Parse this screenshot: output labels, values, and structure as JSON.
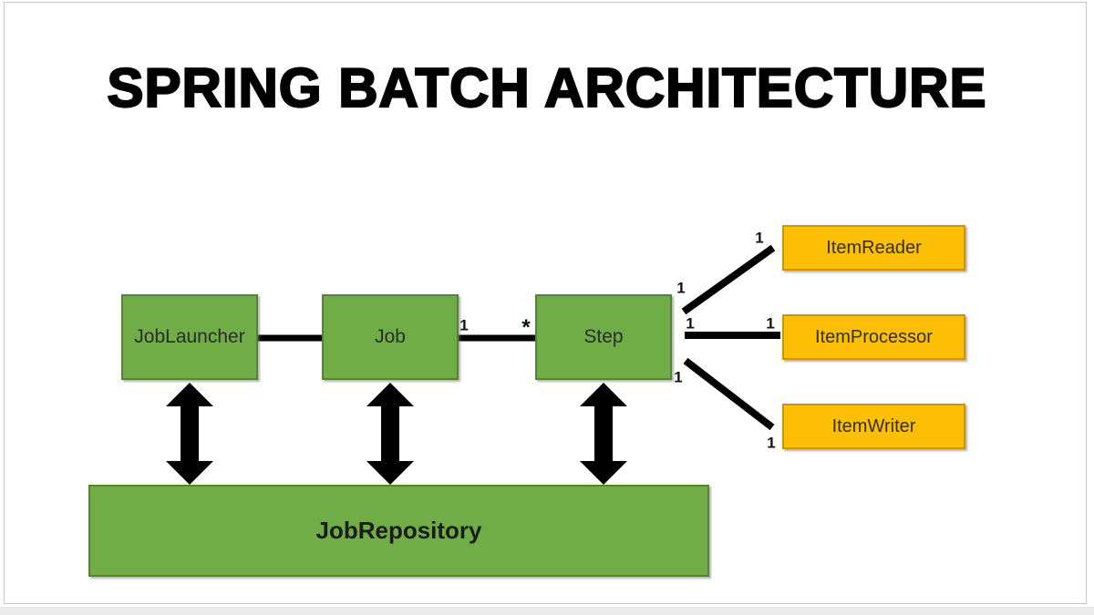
{
  "title": "SPRING BATCH ARCHITECTURE",
  "colors": {
    "green_fill": "#70AD47",
    "green_border": "#568435",
    "orange_fill": "#FCBF06",
    "orange_border": "#D39300",
    "line_color": "#000000"
  },
  "nodes": {
    "job_launcher": {
      "label": "JobLauncher",
      "type": "green"
    },
    "job": {
      "label": "Job",
      "type": "green"
    },
    "step": {
      "label": "Step",
      "type": "green"
    },
    "job_repository": {
      "label": "JobRepository",
      "type": "green"
    },
    "item_reader": {
      "label": "ItemReader",
      "type": "orange"
    },
    "item_processor": {
      "label": "ItemProcessor",
      "type": "orange"
    },
    "item_writer": {
      "label": "ItemWriter",
      "type": "orange"
    }
  },
  "edges": {
    "launcher_job": {
      "from": "JobLauncher",
      "to": "Job",
      "style": "line"
    },
    "job_step": {
      "from": "Job",
      "to": "Step",
      "style": "line",
      "from_label": "1",
      "to_label": "*"
    },
    "step_reader": {
      "from": "Step",
      "to": "ItemReader",
      "style": "line",
      "from_label": "1",
      "to_label": "1"
    },
    "step_processor": {
      "from": "Step",
      "to": "ItemProcessor",
      "style": "line",
      "from_label": "1",
      "to_label": "1"
    },
    "step_writer": {
      "from": "Step",
      "to": "ItemWriter",
      "style": "line",
      "from_label": "1",
      "to_label": "1"
    },
    "launcher_repository": {
      "from": "JobLauncher",
      "to": "JobRepository",
      "style": "double-arrow"
    },
    "job_repository": {
      "from": "Job",
      "to": "JobRepository",
      "style": "double-arrow"
    },
    "step_repository": {
      "from": "Step",
      "to": "JobRepository",
      "style": "double-arrow"
    }
  }
}
